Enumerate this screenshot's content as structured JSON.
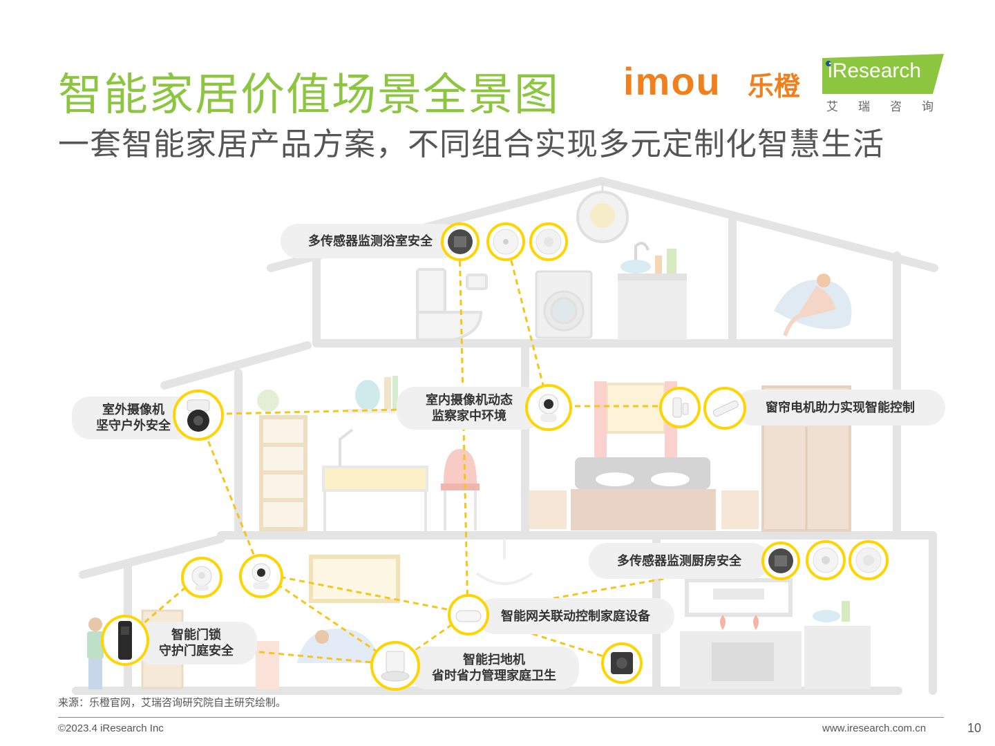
{
  "header": {
    "title": "智能家居价值场景全景图",
    "subtitle": "一套智能家居产品方案，不同组合实现多元定制化智慧生活"
  },
  "logos": {
    "imou": "imou",
    "lecheng": "乐橙",
    "iresearch": "iResearch",
    "iresearch_cn": "艾瑞咨询"
  },
  "labels": {
    "bathroom": "多传感器监测浴室安全",
    "outdoor_cam_1": "室外摄像机",
    "outdoor_cam_2": "坚守户外安全",
    "indoor_cam_1": "室内摄像机动态",
    "indoor_cam_2": "监察家中环境",
    "curtain": "窗帘电机助力实现智能控制",
    "kitchen": "多传感器监测厨房安全",
    "gateway": "智能网关联动控制家庭设备",
    "lock_1": "智能门锁",
    "lock_2": "守护门庭安全",
    "robot_1": "智能扫地机",
    "robot_2": "省时省力管理家庭卫生"
  },
  "footer": {
    "source": "来源：乐橙官网，艾瑞咨询研究院自主研究绘制。",
    "copyright": "©2023.4 iResearch Inc",
    "url": "www.iresearch.com.cn",
    "page": "10"
  },
  "colors": {
    "title_green": "#8cc63f",
    "accent_yellow": "#ffd400",
    "brand_orange": "#f07f1c",
    "house_gray": "#e6e6e6"
  },
  "icons": [
    "toilet-icon",
    "washing-machine-icon",
    "sink-icon",
    "person-sofa-icon",
    "vase-icon",
    "bookshelf-icon",
    "desk-lamp-icon",
    "chair-icon",
    "bed-icon",
    "wardrobe-icon",
    "window-icon",
    "chandelier-icon",
    "stove-icon",
    "tv-icon",
    "plant-icon",
    "door-icon"
  ]
}
